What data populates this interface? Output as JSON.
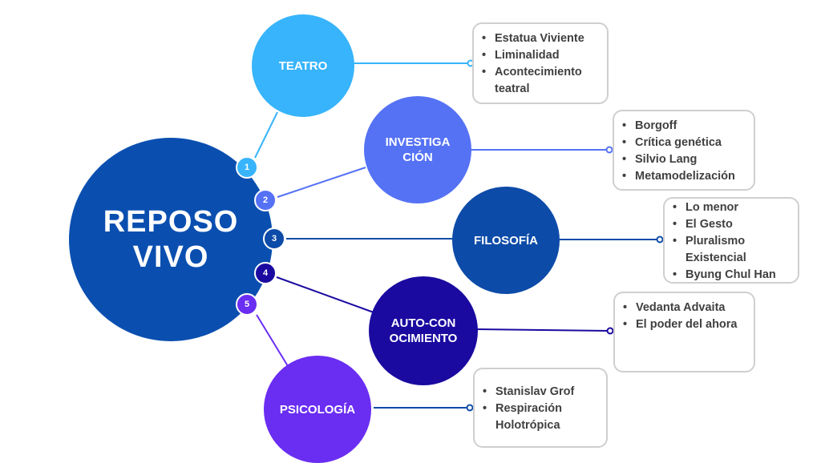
{
  "center": {
    "title_line1": "REPOSO",
    "title_line2": "VIVO",
    "color": "#0a4fb0"
  },
  "branches": [
    {
      "number": "1",
      "label": "TEATRO",
      "color": "#37b4fb",
      "items": [
        "Estatua Viviente",
        "Liminalidad",
        "Acontecimiento teatral"
      ]
    },
    {
      "number": "2",
      "label": "INVESTIGACIÓN",
      "color": "#5572f5",
      "items": [
        "Borgoff",
        "Crítica genética",
        "Silvio Lang",
        "Metamodelización"
      ]
    },
    {
      "number": "3",
      "label": "FILOSOFÍA",
      "color": "#0d4ba8",
      "items": [
        "Lo menor",
        "El Gesto",
        "Pluralismo Existencial",
        "Byung Chul Han"
      ]
    },
    {
      "number": "4",
      "label": "AUTO-CONOCIMIENTO",
      "color": "#1a0aa0",
      "items": [
        "Vedanta Advaita",
        "El poder del ahora"
      ]
    },
    {
      "number": "5",
      "label": "PSICOLOGÍA",
      "color": "#6a2df2",
      "items": [
        "Stanislav Grof",
        "Respiración Holotrópica"
      ]
    }
  ]
}
